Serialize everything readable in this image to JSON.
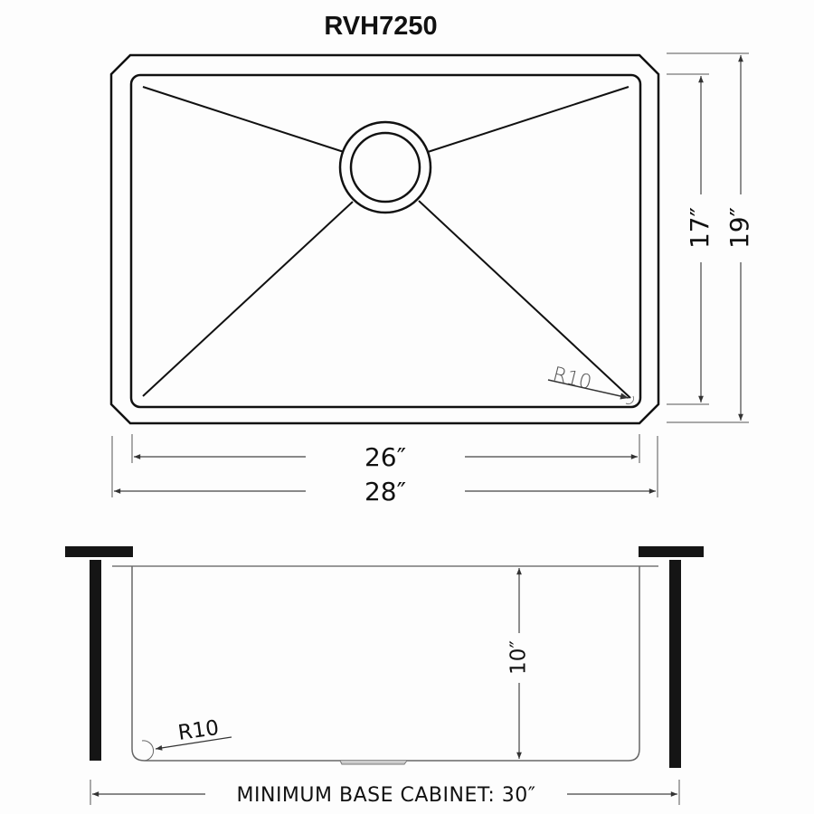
{
  "title": "RVH7250",
  "top_view": {
    "inner_width_label": "26″",
    "outer_width_label": "28″",
    "inner_depth_label": "17″",
    "outer_depth_label": "19″",
    "corner_radius_label": "R10"
  },
  "side_view": {
    "depth_label": "10″",
    "corner_radius_label": "R10",
    "cabinet_label": "MINIMUM BASE CABINET: 30″"
  },
  "colors": {
    "line": "#111111",
    "dim_line": "#444444",
    "background": "#fdfdfd"
  }
}
